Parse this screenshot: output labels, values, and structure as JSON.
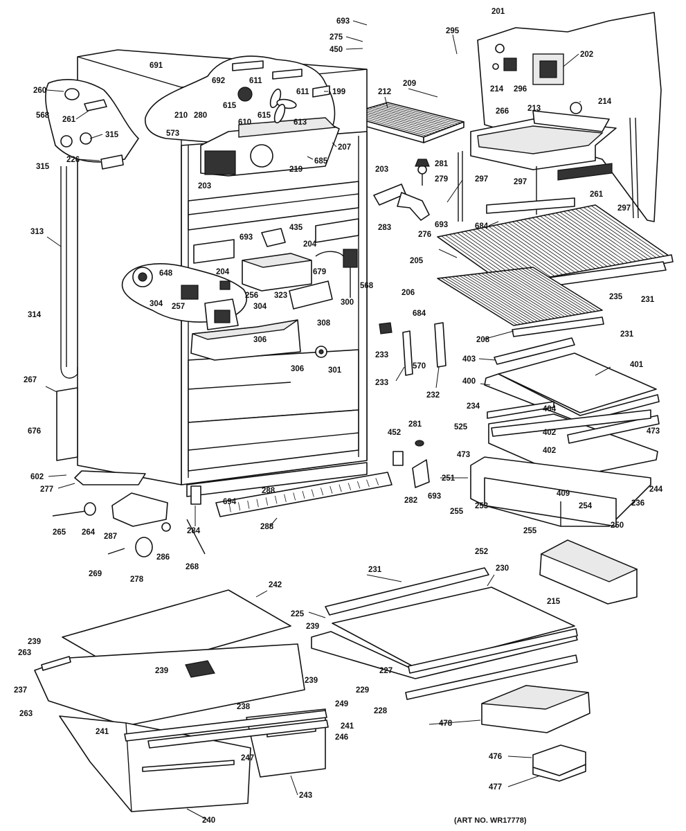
{
  "art_number": "(ART NO. WR17778)",
  "labels": [
    {
      "id": "l693a",
      "text": "693"
    },
    {
      "id": "l275",
      "text": "275"
    },
    {
      "id": "l450",
      "text": "450"
    },
    {
      "id": "l201",
      "text": "201"
    },
    {
      "id": "l295",
      "text": "295"
    },
    {
      "id": "l202",
      "text": "202"
    },
    {
      "id": "l214a",
      "text": "214"
    },
    {
      "id": "l296",
      "text": "296"
    },
    {
      "id": "l214b",
      "text": "214"
    },
    {
      "id": "l213",
      "text": "213"
    },
    {
      "id": "l266",
      "text": "266"
    },
    {
      "id": "l209",
      "text": "209"
    },
    {
      "id": "l212",
      "text": "212"
    },
    {
      "id": "l691",
      "text": "691"
    },
    {
      "id": "l692",
      "text": "692"
    },
    {
      "id": "l611a",
      "text": "611"
    },
    {
      "id": "l611b",
      "text": "611"
    },
    {
      "id": "l199",
      "text": "199"
    },
    {
      "id": "l615a",
      "text": "615"
    },
    {
      "id": "l615b",
      "text": "615"
    },
    {
      "id": "l610",
      "text": "610"
    },
    {
      "id": "l613",
      "text": "613"
    },
    {
      "id": "l260",
      "text": "260"
    },
    {
      "id": "l261a",
      "text": "261"
    },
    {
      "id": "l568a",
      "text": "568"
    },
    {
      "id": "l315a",
      "text": "315"
    },
    {
      "id": "l315b",
      "text": "315"
    },
    {
      "id": "l226",
      "text": "226"
    },
    {
      "id": "l210",
      "text": "210"
    },
    {
      "id": "l280",
      "text": "280"
    },
    {
      "id": "l573",
      "text": "573"
    },
    {
      "id": "l207",
      "text": "207"
    },
    {
      "id": "l685",
      "text": "685"
    },
    {
      "id": "l219",
      "text": "219"
    },
    {
      "id": "l203a",
      "text": "203"
    },
    {
      "id": "l203b",
      "text": "203"
    },
    {
      "id": "l281a",
      "text": "281"
    },
    {
      "id": "l279",
      "text": "279"
    },
    {
      "id": "l297a",
      "text": "297"
    },
    {
      "id": "l297b",
      "text": "297"
    },
    {
      "id": "l297c",
      "text": "297"
    },
    {
      "id": "l261b",
      "text": "261"
    },
    {
      "id": "l283",
      "text": "283"
    },
    {
      "id": "l276",
      "text": "276"
    },
    {
      "id": "l693b",
      "text": "693"
    },
    {
      "id": "l684a",
      "text": "684"
    },
    {
      "id": "l313",
      "text": "313"
    },
    {
      "id": "l693c",
      "text": "693"
    },
    {
      "id": "l435",
      "text": "435"
    },
    {
      "id": "l204a",
      "text": "204"
    },
    {
      "id": "l204b",
      "text": "204"
    },
    {
      "id": "l205",
      "text": "205"
    },
    {
      "id": "l648",
      "text": "648"
    },
    {
      "id": "l679",
      "text": "679"
    },
    {
      "id": "l568b",
      "text": "568"
    },
    {
      "id": "l235",
      "text": "235"
    },
    {
      "id": "l231a",
      "text": "231"
    },
    {
      "id": "l256",
      "text": "256"
    },
    {
      "id": "l323",
      "text": "323"
    },
    {
      "id": "l206",
      "text": "206"
    },
    {
      "id": "l304a",
      "text": "304"
    },
    {
      "id": "l257",
      "text": "257"
    },
    {
      "id": "l304b",
      "text": "304"
    },
    {
      "id": "l300",
      "text": "300"
    },
    {
      "id": "l314",
      "text": "314"
    },
    {
      "id": "l308",
      "text": "308"
    },
    {
      "id": "l684b",
      "text": "684"
    },
    {
      "id": "l231b",
      "text": "231"
    },
    {
      "id": "l208",
      "text": "208"
    },
    {
      "id": "l233a",
      "text": "233"
    },
    {
      "id": "l306a",
      "text": "306"
    },
    {
      "id": "l570",
      "text": "570"
    },
    {
      "id": "l403",
      "text": "403"
    },
    {
      "id": "l401",
      "text": "401"
    },
    {
      "id": "l306b",
      "text": "306"
    },
    {
      "id": "l301",
      "text": "301"
    },
    {
      "id": "l233b",
      "text": "233"
    },
    {
      "id": "l232",
      "text": "232"
    },
    {
      "id": "l267",
      "text": "267"
    },
    {
      "id": "l400",
      "text": "400"
    },
    {
      "id": "l234",
      "text": "234"
    },
    {
      "id": "l404",
      "text": "404"
    },
    {
      "id": "l525",
      "text": "525"
    },
    {
      "id": "l676",
      "text": "676"
    },
    {
      "id": "l452",
      "text": "452"
    },
    {
      "id": "l281b",
      "text": "281"
    },
    {
      "id": "l402a",
      "text": "402"
    },
    {
      "id": "l473a",
      "text": "473"
    },
    {
      "id": "l473b",
      "text": "473"
    },
    {
      "id": "l402b",
      "text": "402"
    },
    {
      "id": "l602",
      "text": "602"
    },
    {
      "id": "l277",
      "text": "277"
    },
    {
      "id": "l251",
      "text": "251"
    },
    {
      "id": "l693d",
      "text": "693"
    },
    {
      "id": "l282",
      "text": "282"
    },
    {
      "id": "l288a",
      "text": "288"
    },
    {
      "id": "l694",
      "text": "694"
    },
    {
      "id": "l409",
      "text": "409"
    },
    {
      "id": "l236",
      "text": "236"
    },
    {
      "id": "l244",
      "text": "244"
    },
    {
      "id": "l254",
      "text": "254"
    },
    {
      "id": "l253",
      "text": "253"
    },
    {
      "id": "l255a",
      "text": "255"
    },
    {
      "id": "l255b",
      "text": "255"
    },
    {
      "id": "l250",
      "text": "250"
    },
    {
      "id": "l265",
      "text": "265"
    },
    {
      "id": "l264",
      "text": "264"
    },
    {
      "id": "l287",
      "text": "287"
    },
    {
      "id": "l288b",
      "text": "288"
    },
    {
      "id": "l284",
      "text": "284"
    },
    {
      "id": "l252",
      "text": "252"
    },
    {
      "id": "l286",
      "text": "286"
    },
    {
      "id": "l269",
      "text": "269"
    },
    {
      "id": "l268",
      "text": "268"
    },
    {
      "id": "l278",
      "text": "278"
    },
    {
      "id": "l231c",
      "text": "231"
    },
    {
      "id": "l230",
      "text": "230"
    },
    {
      "id": "l215",
      "text": "215"
    },
    {
      "id": "l242",
      "text": "242"
    },
    {
      "id": "l225",
      "text": "225"
    },
    {
      "id": "l239a",
      "text": "239"
    },
    {
      "id": "l239b",
      "text": "239"
    },
    {
      "id": "l263a",
      "text": "263"
    },
    {
      "id": "l239c",
      "text": "239"
    },
    {
      "id": "l227",
      "text": "227"
    },
    {
      "id": "l239d",
      "text": "239"
    },
    {
      "id": "l237",
      "text": "237"
    },
    {
      "id": "l229",
      "text": "229"
    },
    {
      "id": "l249",
      "text": "249"
    },
    {
      "id": "l228",
      "text": "228"
    },
    {
      "id": "l263b",
      "text": "263"
    },
    {
      "id": "l238",
      "text": "238"
    },
    {
      "id": "l478",
      "text": "478"
    },
    {
      "id": "l241a",
      "text": "241"
    },
    {
      "id": "l241b",
      "text": "241"
    },
    {
      "id": "l246",
      "text": "246"
    },
    {
      "id": "l247",
      "text": "247"
    },
    {
      "id": "l476",
      "text": "476"
    },
    {
      "id": "l477",
      "text": "477"
    },
    {
      "id": "l243",
      "text": "243"
    },
    {
      "id": "l240",
      "text": "240"
    }
  ]
}
